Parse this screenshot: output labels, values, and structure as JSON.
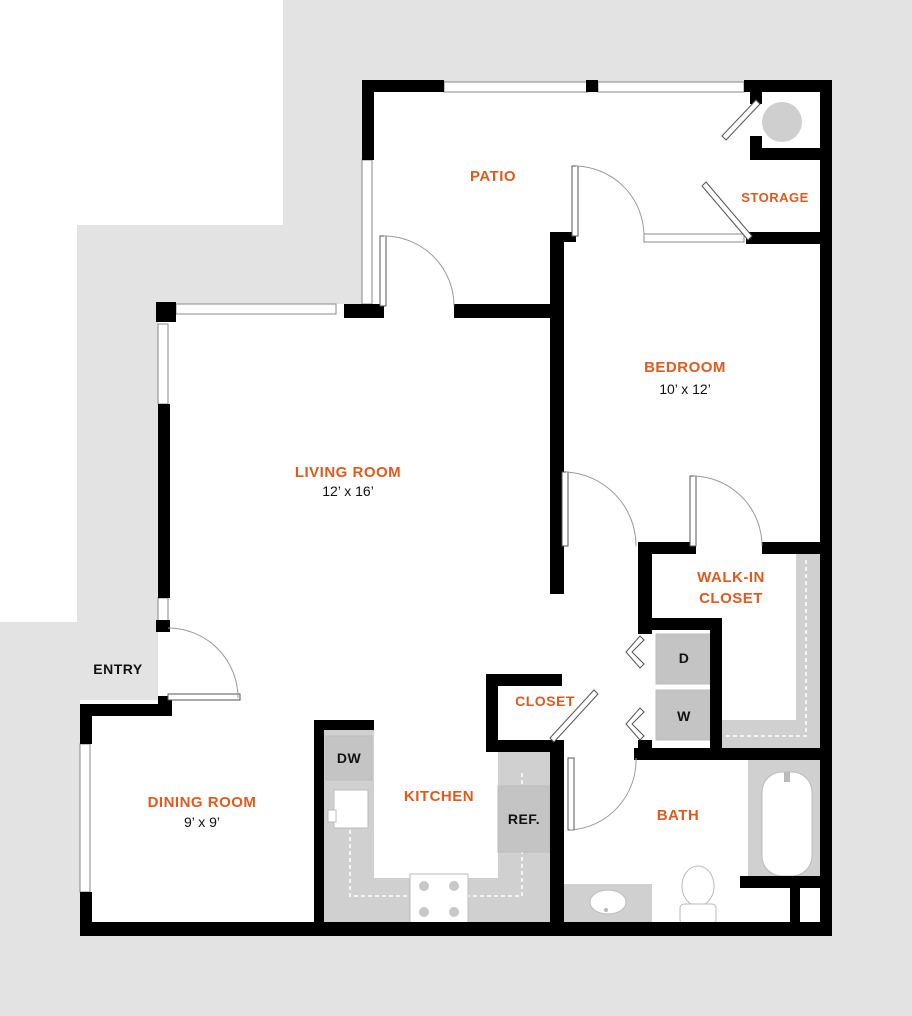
{
  "rooms": {
    "patio": {
      "name": "PATIO"
    },
    "storage": {
      "name": "STORAGE"
    },
    "bedroom": {
      "name": "BEDROOM",
      "dims": "10’ x 12’"
    },
    "living": {
      "name": "LIVING ROOM",
      "dims": "12’ x 16’"
    },
    "walkin": {
      "name_line1": "WALK-IN",
      "name_line2": "CLOSET"
    },
    "entry": {
      "name": "ENTRY"
    },
    "closet": {
      "name": "CLOSET"
    },
    "kitchen": {
      "name": "KITCHEN"
    },
    "dining": {
      "name": "DINING ROOM",
      "dims": "9’ x 9’"
    },
    "bath": {
      "name": "BATH"
    }
  },
  "appliances": {
    "dryer": "D",
    "washer": "W",
    "dishwasher": "DW",
    "refrigerator": "REF."
  },
  "colors": {
    "label_accent": "#e05a1f",
    "wall": "#000000",
    "exterior": "#e3e3e3",
    "fixture_grey": "#d0d0d0"
  }
}
